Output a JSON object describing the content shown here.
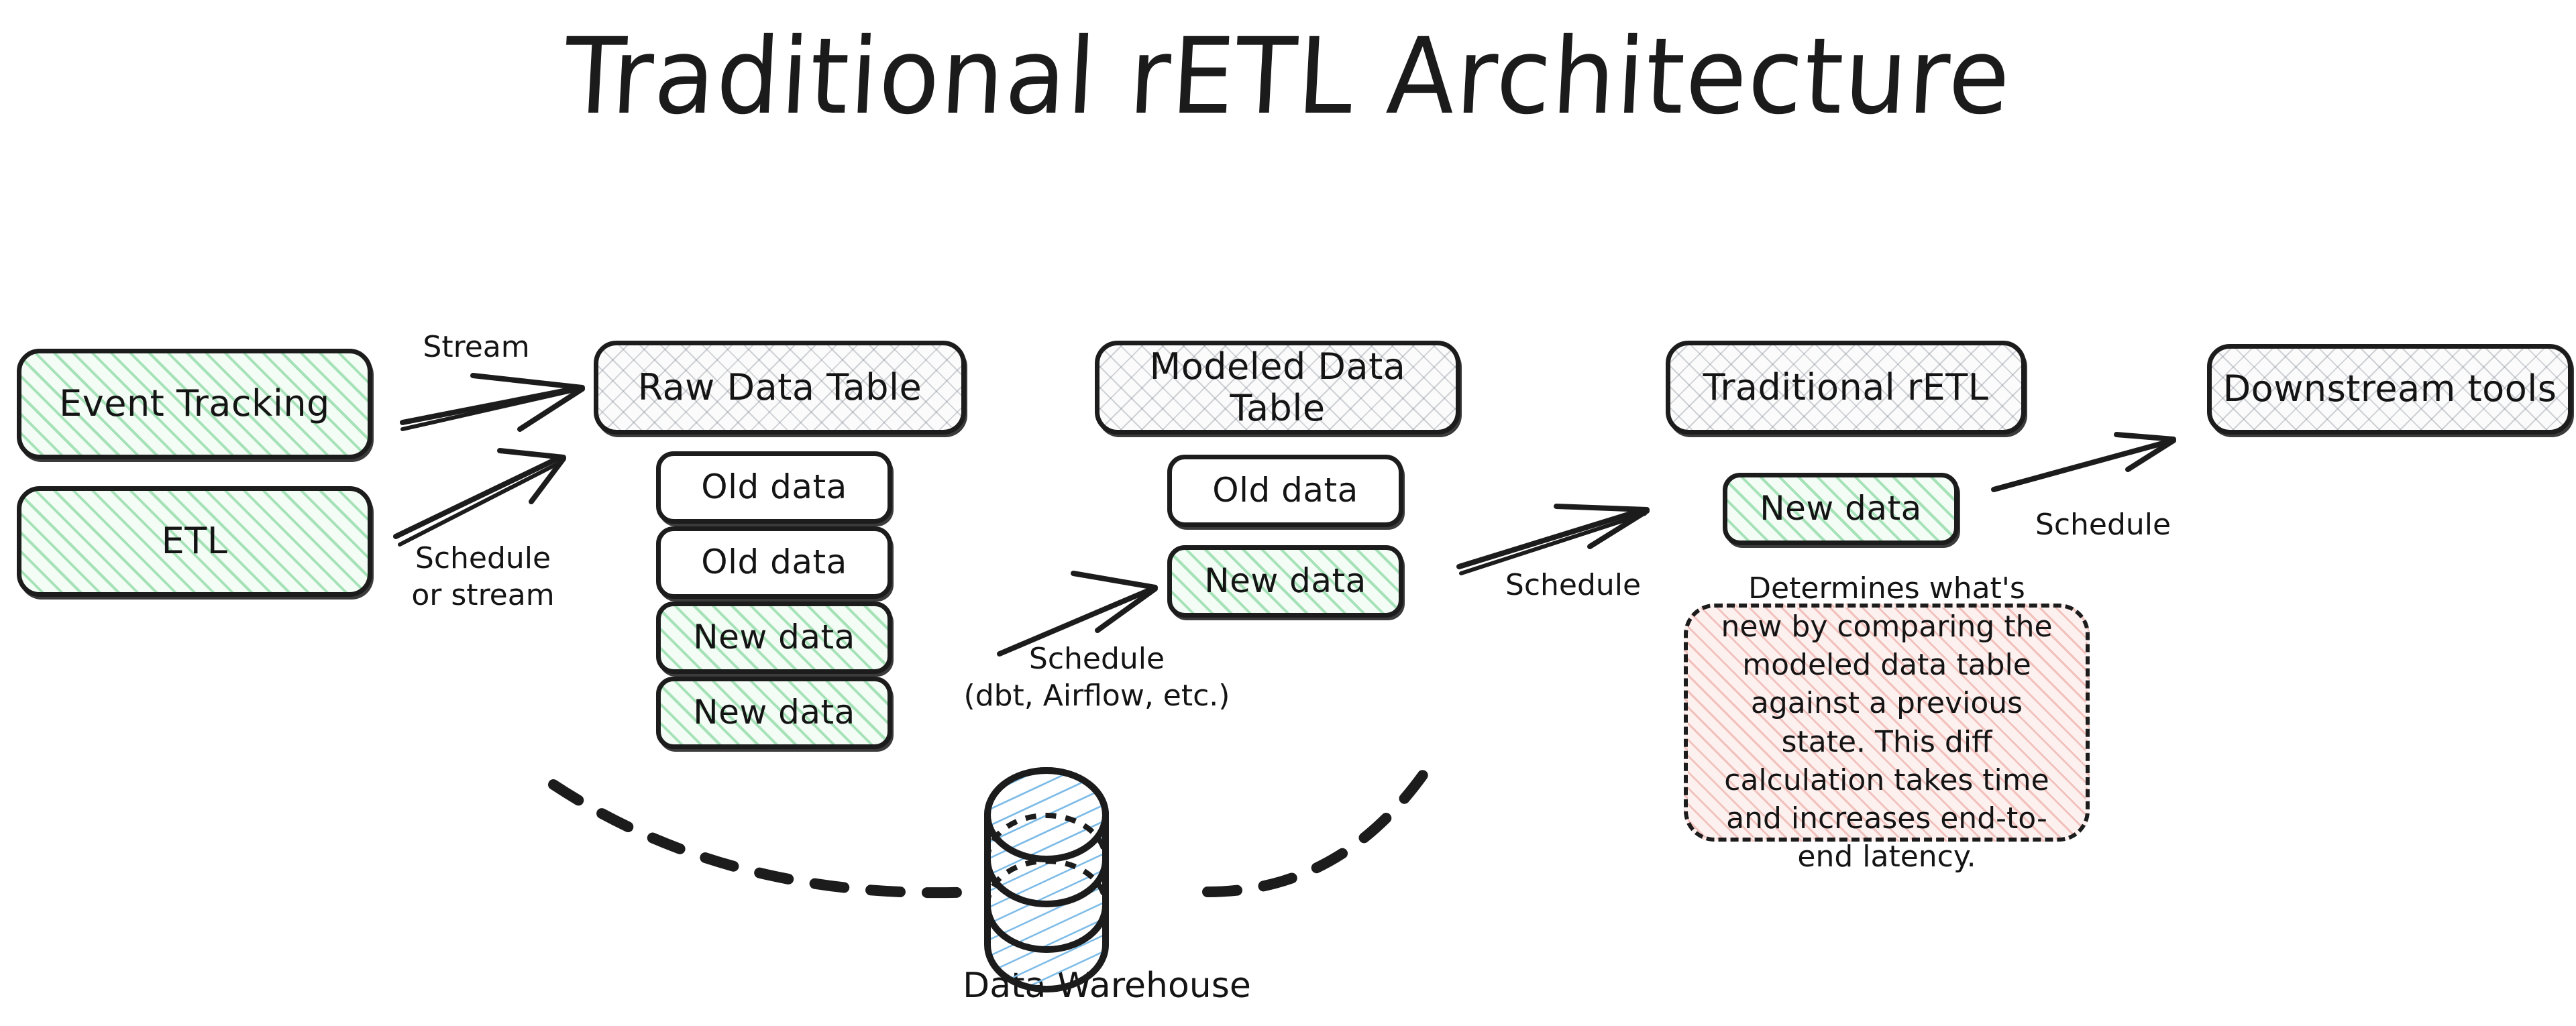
{
  "title": "Traditional rETL Architecture",
  "sources": [
    {
      "id": "event-tracking",
      "label": "Event Tracking"
    },
    {
      "id": "etl",
      "label": "ETL"
    }
  ],
  "stages": [
    {
      "id": "raw-data-table",
      "header": "Raw Data Table",
      "rows": [
        {
          "label": "Old data",
          "kind": "old"
        },
        {
          "label": "Old data",
          "kind": "old"
        },
        {
          "label": "New data",
          "kind": "new"
        },
        {
          "label": "New data",
          "kind": "new"
        }
      ]
    },
    {
      "id": "modeled-data-table",
      "header": "Modeled Data Table",
      "rows": [
        {
          "label": "Old data",
          "kind": "old"
        },
        {
          "label": "New data",
          "kind": "new"
        }
      ]
    },
    {
      "id": "traditional-retl",
      "header": "Traditional rETL",
      "rows": [
        {
          "label": "New data",
          "kind": "new"
        }
      ]
    },
    {
      "id": "downstream-tools",
      "header": "Downstream tools",
      "rows": []
    }
  ],
  "edges": [
    {
      "id": "stream",
      "label": "Stream"
    },
    {
      "id": "schedule-or-stream",
      "label": "Schedule\nor stream"
    },
    {
      "id": "schedule-dbt",
      "label": "Schedule\n(dbt, Airflow, etc.)"
    },
    {
      "id": "schedule-retl",
      "label": "Schedule"
    },
    {
      "id": "schedule-downstream",
      "label": "Schedule"
    }
  ],
  "note": {
    "id": "retl-diff-note",
    "text": "Determines what's new by comparing the modeled data table against a previous state. This diff calculation takes time and increases end-to-end latency."
  },
  "warehouse": {
    "id": "data-warehouse",
    "label": "Data Warehouse"
  },
  "colors": {
    "stroke": "#1c1c1c",
    "green_hatch": "#3cbe64",
    "green_fill": "#f3fcf5",
    "grey_hatch": "#78808c",
    "pink_hatch": "#e0786e",
    "pink_fill": "#fdf1f0",
    "blue_hatch": "#7cbbe8",
    "background": "#ffffff"
  }
}
